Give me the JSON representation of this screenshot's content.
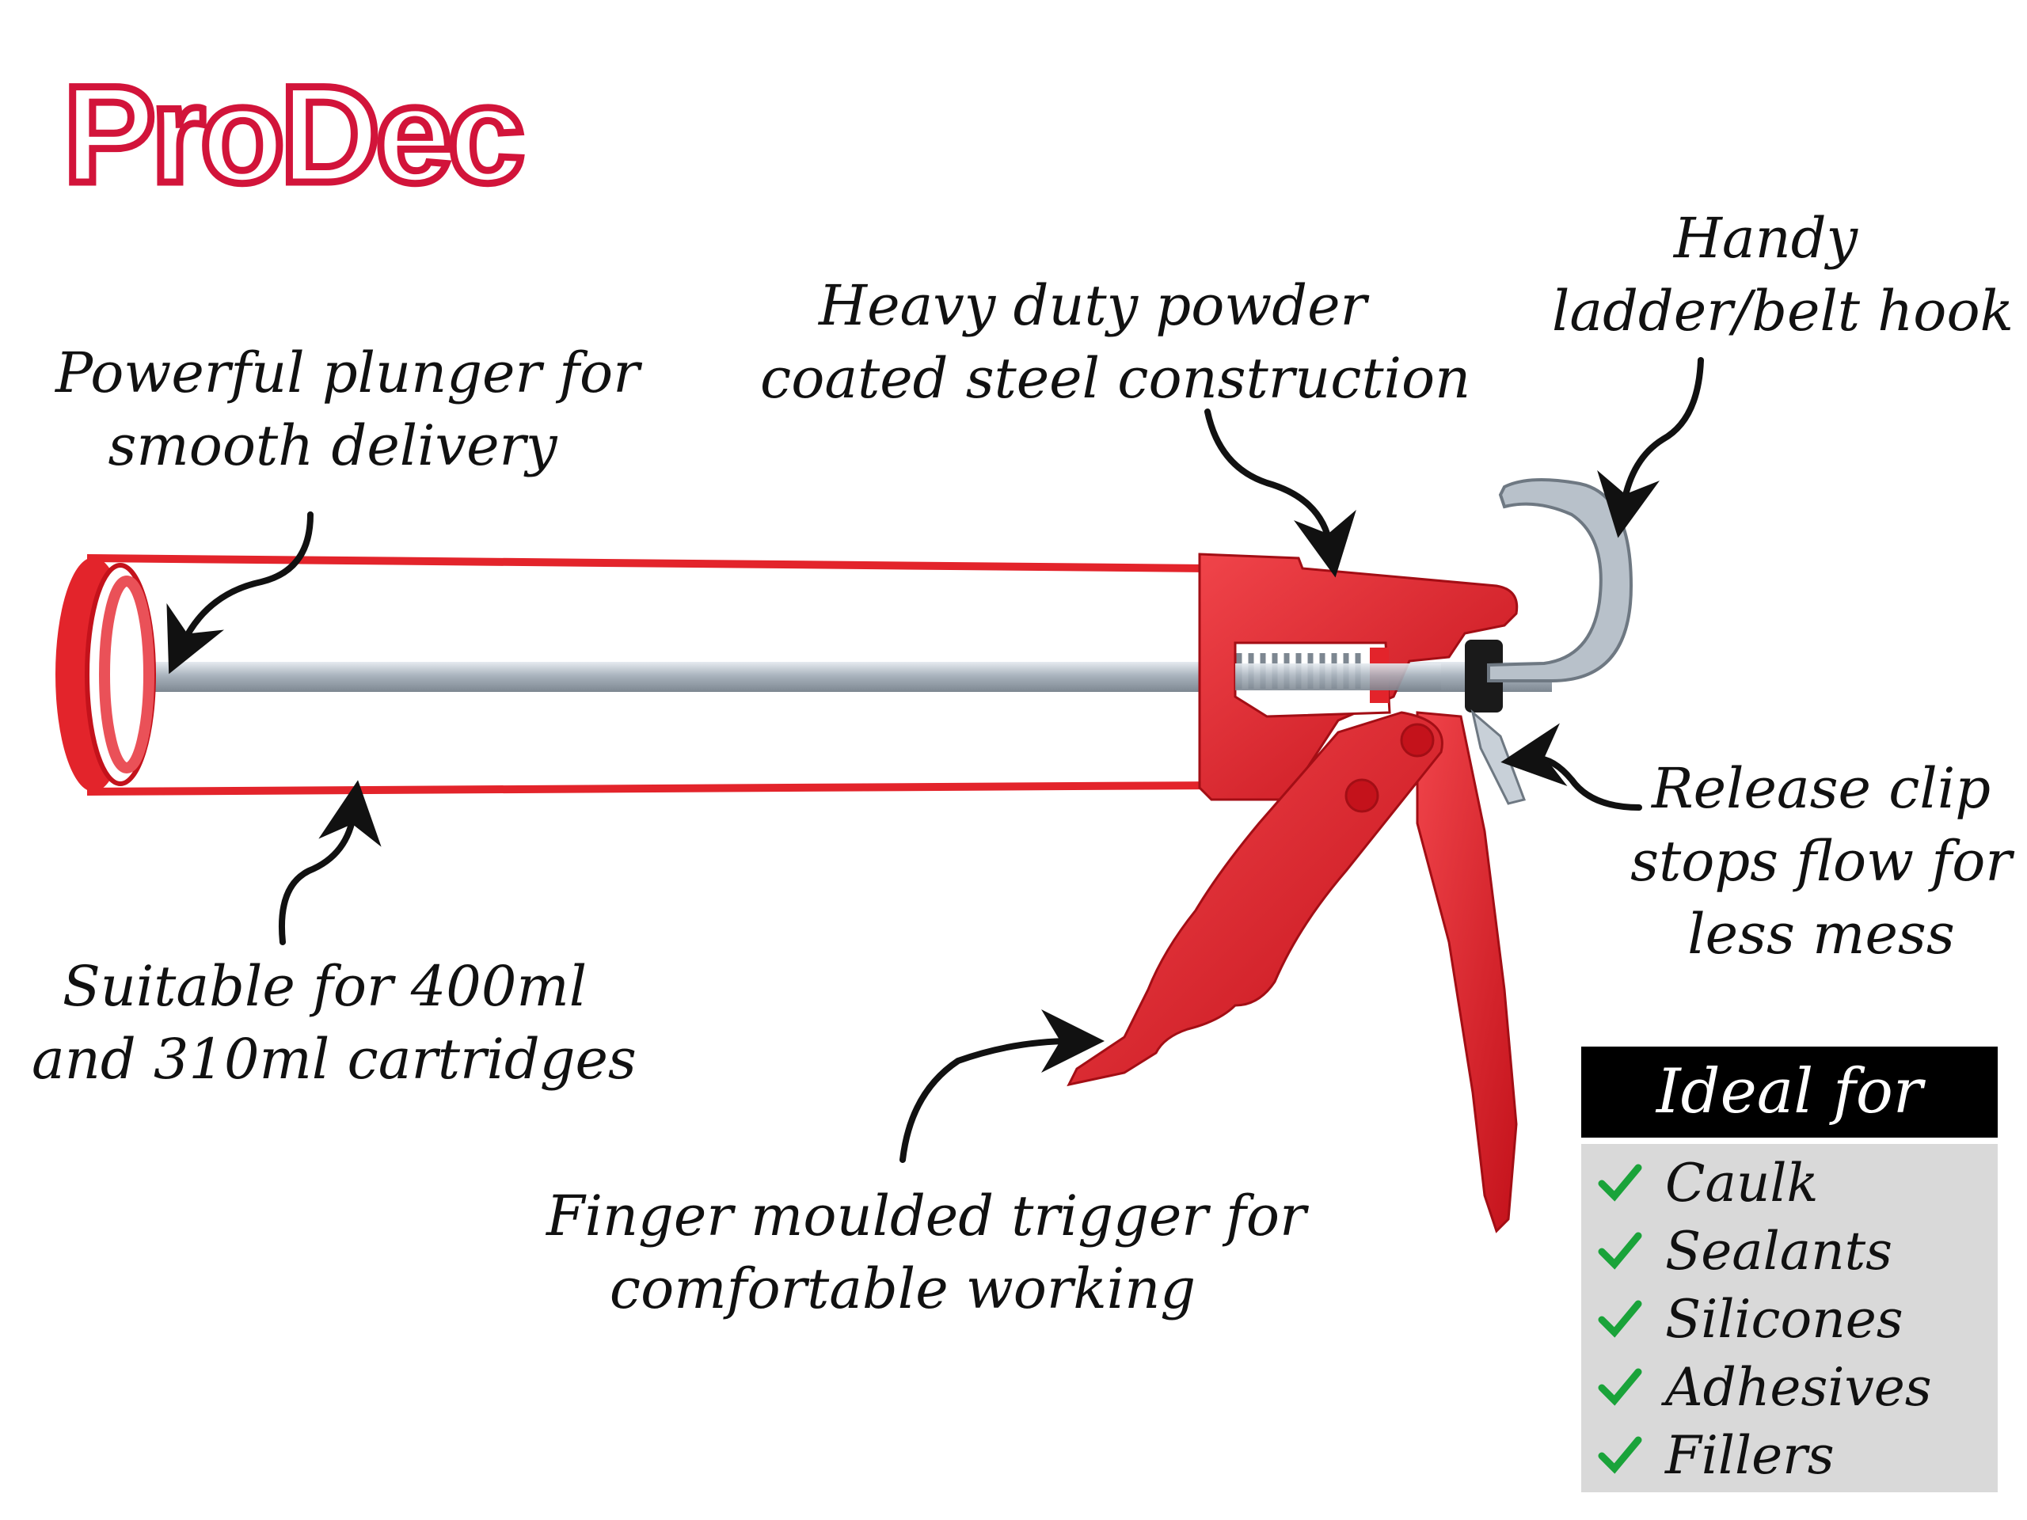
{
  "brand": {
    "logo_text": "ProDec",
    "color": "#d2143a"
  },
  "colors": {
    "tool_red": "#e3242b",
    "steel": "#a9b3bd",
    "check_green": "#1aa33a",
    "panel_header": "#000000",
    "panel_body": "#d9d9d9"
  },
  "callouts": {
    "plunger": {
      "line1": "Powerful plunger for",
      "line2": "smooth delivery"
    },
    "frame": {
      "line1": "Heavy duty powder",
      "line2": "coated steel construction"
    },
    "hook": {
      "line1": "Handy",
      "line2": "ladder/belt hook"
    },
    "cartridges": {
      "line1": "Suitable for 400ml",
      "line2": "and 310ml cartridges"
    },
    "release": {
      "line1": "Release clip",
      "line2": "stops flow for",
      "line3": "less mess"
    },
    "trigger": {
      "line1": "Finger moulded trigger for",
      "line2": "comfortable working"
    }
  },
  "ideal_for": {
    "title": "Ideal for",
    "items": [
      "Caulk",
      "Sealants",
      "Silicones",
      "Adhesives",
      "Fillers"
    ],
    "item_icon": "checkmark-icon"
  }
}
